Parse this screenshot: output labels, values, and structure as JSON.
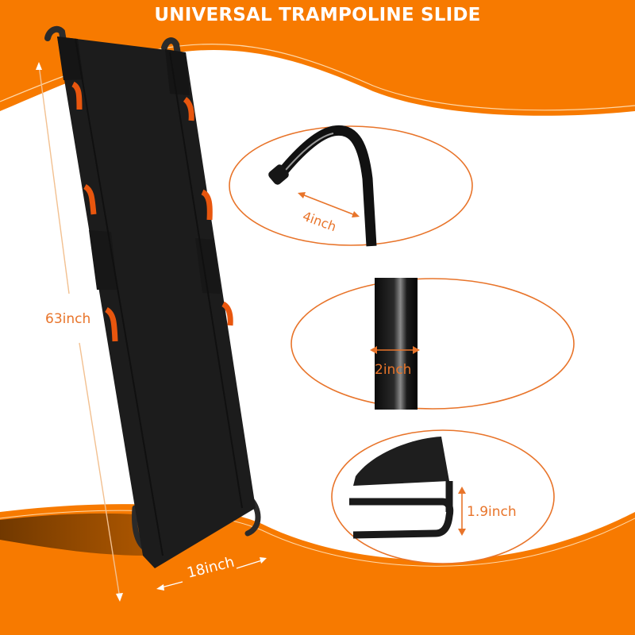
{
  "title": "UNIVERSAL TRAMPOLINE SLIDE",
  "colors": {
    "brand_orange": "#f77a00",
    "label_orange": "#e8742a",
    "slide_black": "#1c1c1c",
    "strap_orange": "#e8560e",
    "background": "#ffffff"
  },
  "product": {
    "name": "trampoline slide",
    "dimensions": {
      "length": "63inch",
      "width": "18inch"
    }
  },
  "detail_callouts": [
    {
      "id": "hook",
      "label": "4inch",
      "description": "hook end length"
    },
    {
      "id": "tube",
      "label": "2inch",
      "description": "tube diameter"
    },
    {
      "id": "bottom",
      "label": "1.9inch",
      "description": "bottom frame height"
    }
  ]
}
